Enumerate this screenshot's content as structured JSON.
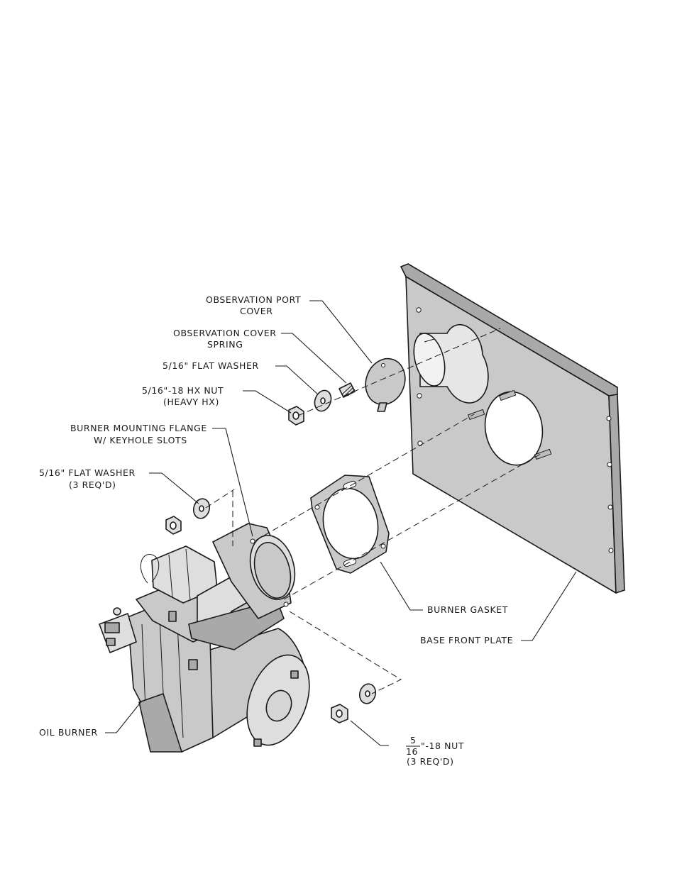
{
  "labels": {
    "observation_port_cover_1": "OBSERVATION PORT",
    "observation_port_cover_2": "COVER",
    "observation_cover_spring_1": "OBSERVATION COVER",
    "observation_cover_spring_2": "SPRING",
    "flat_washer_top": "5/16\" FLAT WASHER",
    "hx_nut_1": "5/16\"-18 HX NUT",
    "hx_nut_2": "(HEAVY HX)",
    "burner_flange_1": "BURNER MOUNTING FLANGE",
    "burner_flange_2": "W/ KEYHOLE SLOTS",
    "flat_washer_left_1": "5/16\" FLAT WASHER",
    "flat_washer_left_2": "(3 REQ'D)",
    "burner_gasket": "BURNER GASKET",
    "base_front_plate": "BASE FRONT PLATE",
    "oil_burner": "OIL BURNER",
    "nut_frac_num": "5",
    "nut_frac_den": "16",
    "nut_suffix": "\"-18 NUT",
    "nut_qty": "(3 REQ'D)"
  }
}
